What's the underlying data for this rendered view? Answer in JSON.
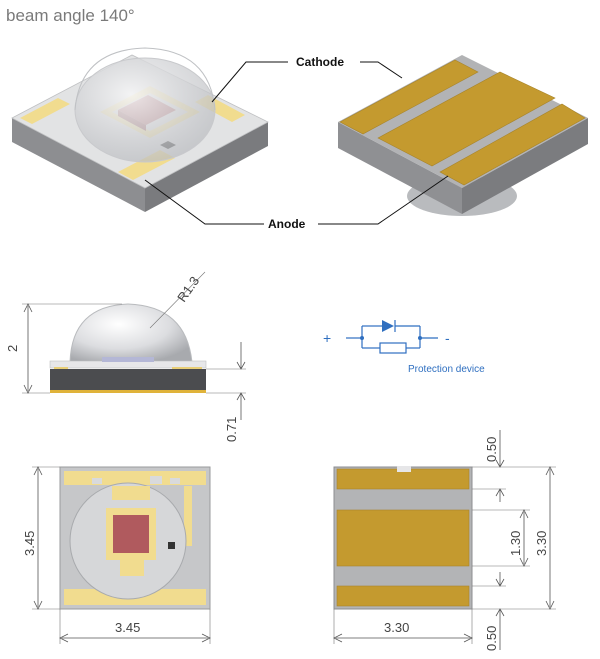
{
  "title": "beam angle 140°",
  "labels": {
    "cathode": "Cathode",
    "anode": "Anode",
    "protection_device": "Protection device",
    "plus": "+",
    "minus": "-"
  },
  "dimensions": {
    "height": "2",
    "radius": "R1.3",
    "base_thickness": "0.71",
    "top_height": "3.45",
    "top_width": "3.45",
    "bottom_pad_top": "0.50",
    "bottom_center": "1.30",
    "bottom_total": "3.30",
    "bottom_pad_bottom": "0.50",
    "bottom_width": "3.30"
  },
  "colors": {
    "pad_gold": "#c49a2f",
    "pad_light": "#f3e6a6",
    "body_gray": "#a9aaac",
    "die_red": "#b05a5e",
    "accent_blue": "#2f6fc0"
  }
}
